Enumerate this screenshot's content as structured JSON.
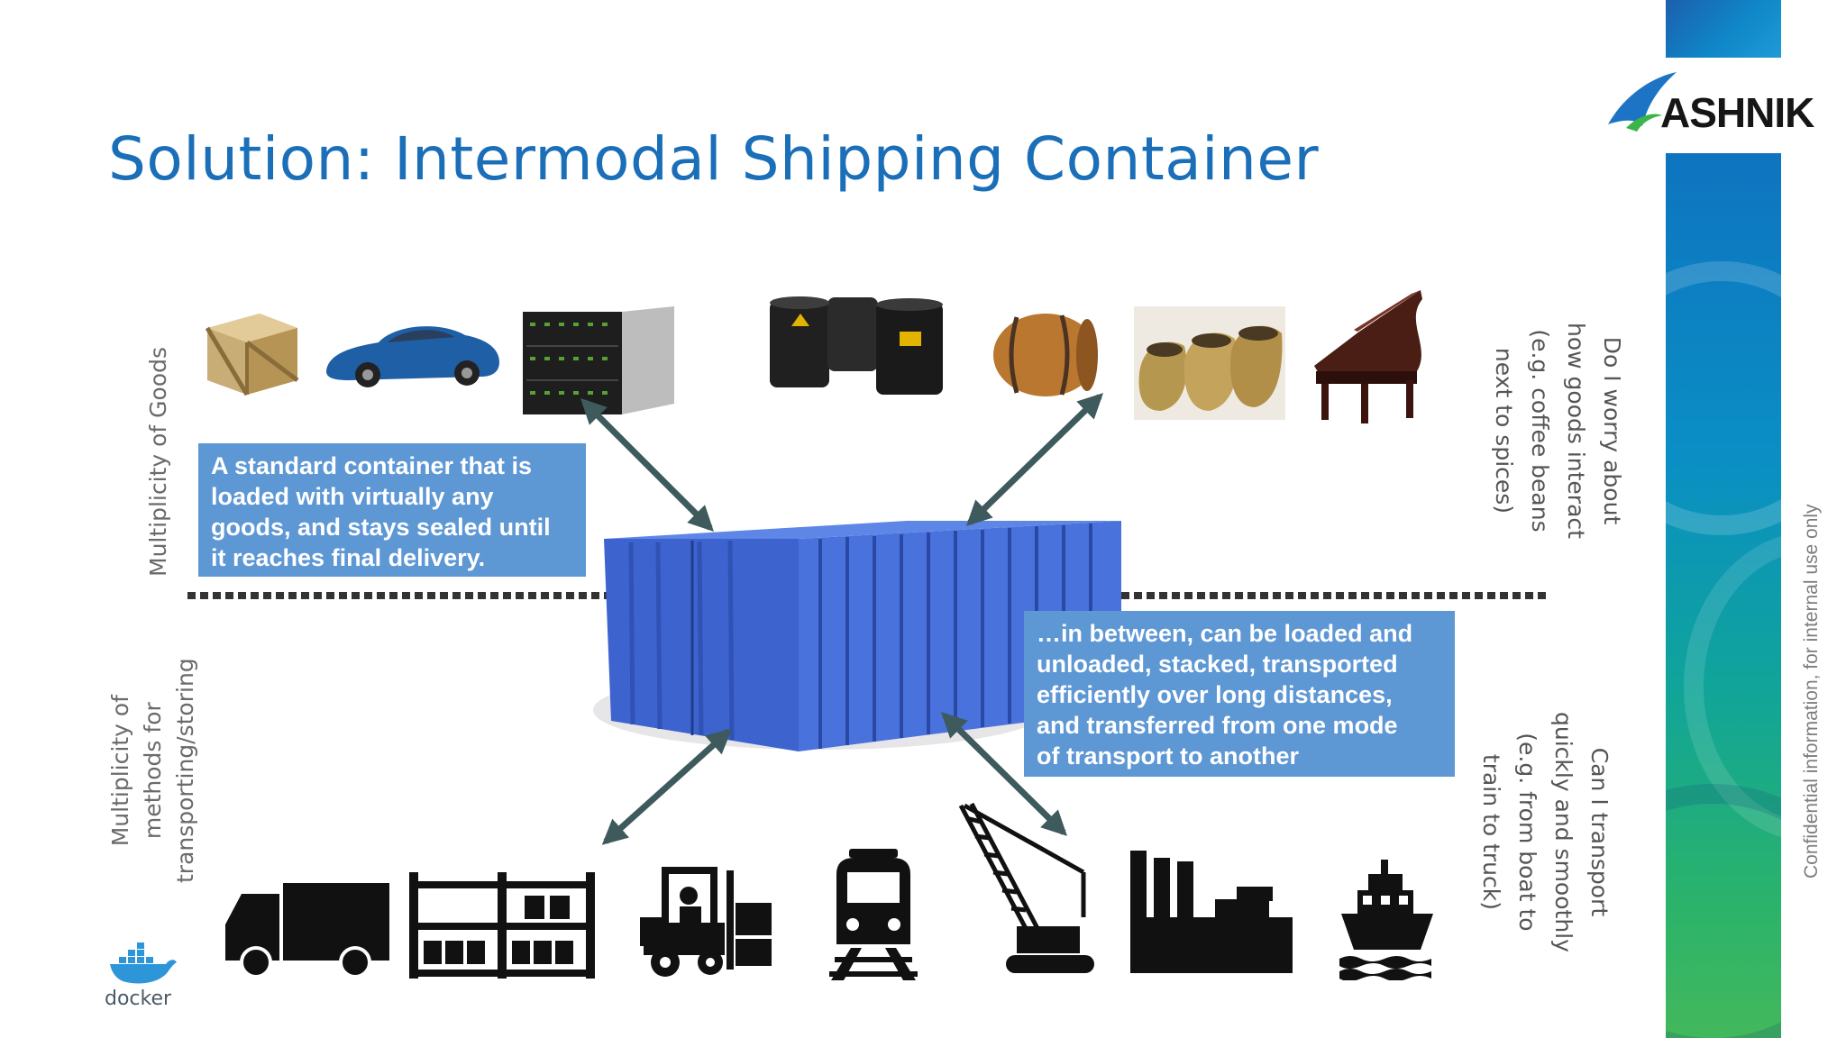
{
  "slide": {
    "title": "Solution: Intermodal Shipping Container",
    "logo_text": "ASHNIK",
    "confidential": "Confidential information, for internal use only"
  },
  "diagram": {
    "left_top_label": "Multiplicity of Goods",
    "left_bottom_label": "Multiplicity of\nmethods for\ntransporting/storing",
    "top_box": "A standard container that is\nloaded with virtually any\ngoods, and stays sealed until\nit reaches final delivery.",
    "bottom_box": "…in between, can be loaded and\nunloaded, stacked, transported\nefficiently over long distances,\nand transferred from one mode\nof transport to another",
    "right_top_label": "Do I worry about\nhow goods interact\n(e.g. coffee beans\nnext to spices)",
    "right_bottom_label": "Can I transport\nquickly and smoothly\n(e.g. from boat to\ntrain to truck)",
    "docker_logo_text": "docker"
  },
  "icons": {
    "goods": [
      "wooden-crate",
      "sports-car",
      "server-rack",
      "oil-barrels",
      "wine-barrel",
      "coffee-sacks",
      "grand-piano"
    ],
    "transport": [
      "truck",
      "storage-rack",
      "forklift",
      "train",
      "crane",
      "factory",
      "ship"
    ]
  },
  "colors": {
    "title": "#1a6fb8",
    "box": "#5d97d4",
    "container": "#3d63cf",
    "arrow": "#3f5a5d"
  }
}
